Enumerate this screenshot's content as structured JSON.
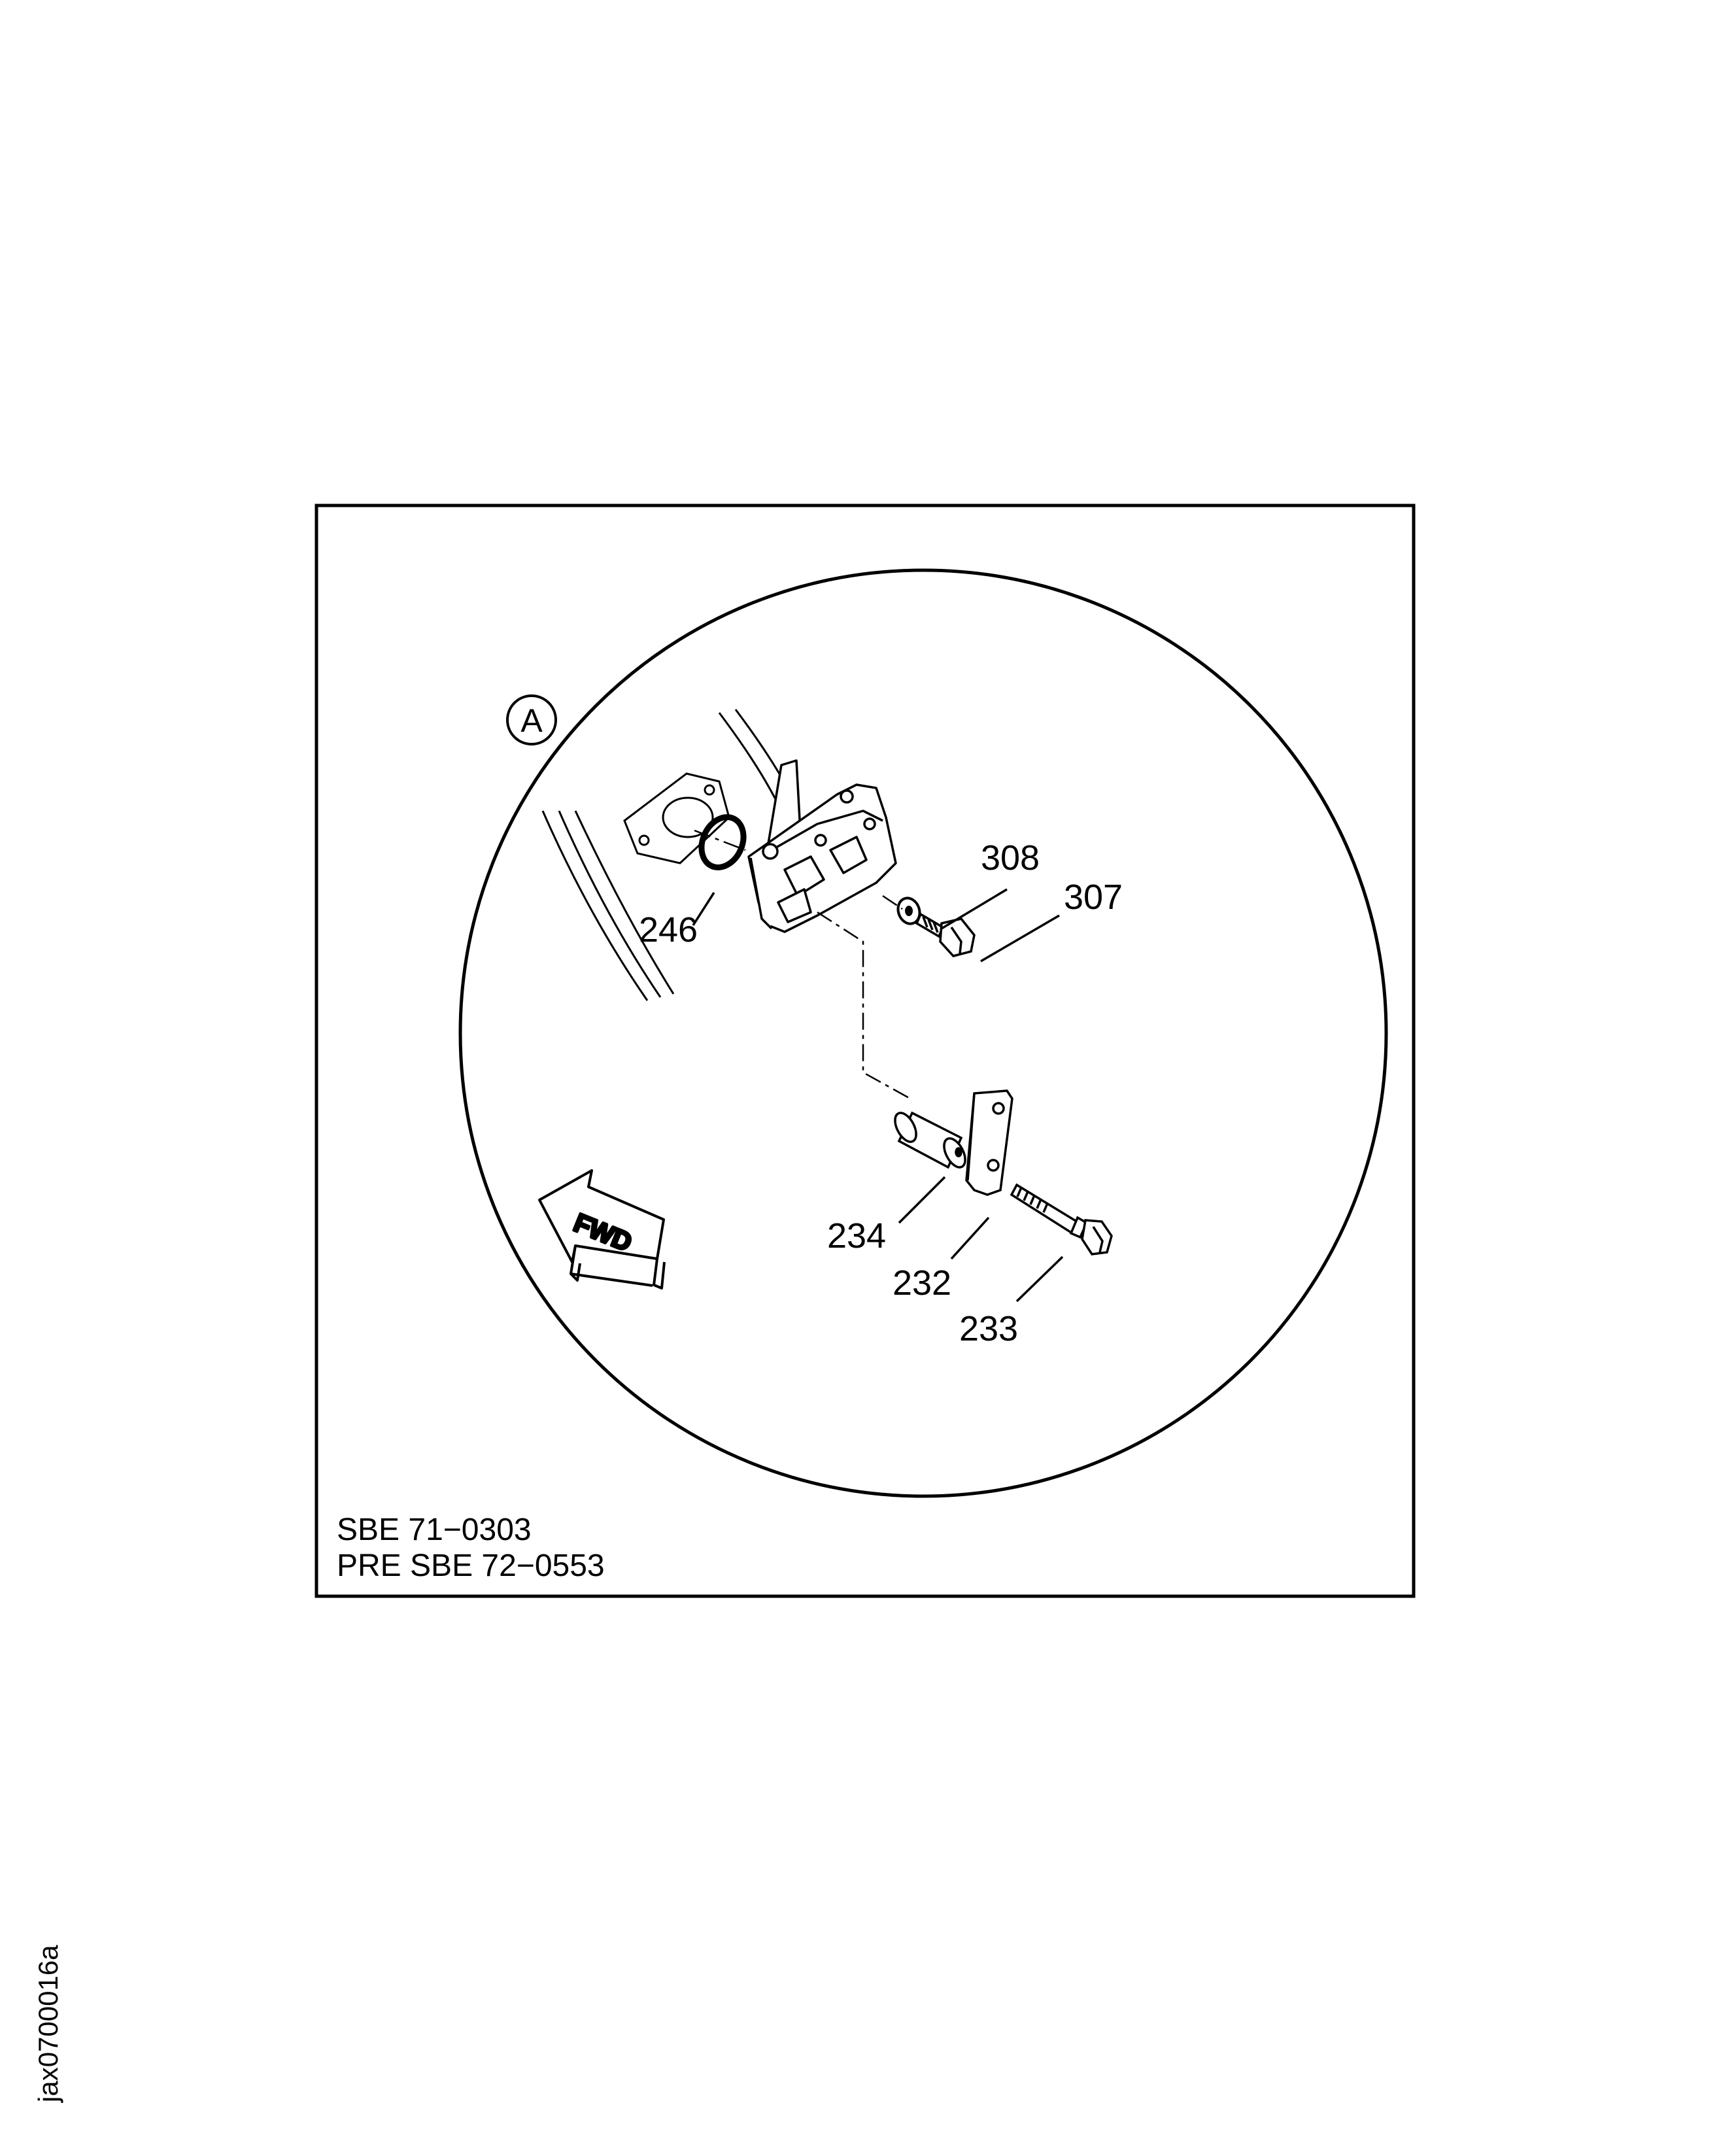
{
  "view": {
    "label": "A"
  },
  "direction_arrow": {
    "label": "FWD"
  },
  "callouts": [
    {
      "id": "308",
      "label": "308"
    },
    {
      "id": "307",
      "label": "307"
    },
    {
      "id": "246",
      "label": "246"
    },
    {
      "id": "234",
      "label": "234"
    },
    {
      "id": "232",
      "label": "232"
    },
    {
      "id": "233",
      "label": "233"
    }
  ],
  "notes": {
    "line1": "SBE 71−0303",
    "line2": "PRE SBE 72−0553"
  },
  "figure_id": "jax0700016a",
  "colors": {
    "ink": "#000000",
    "background": "#ffffff"
  }
}
